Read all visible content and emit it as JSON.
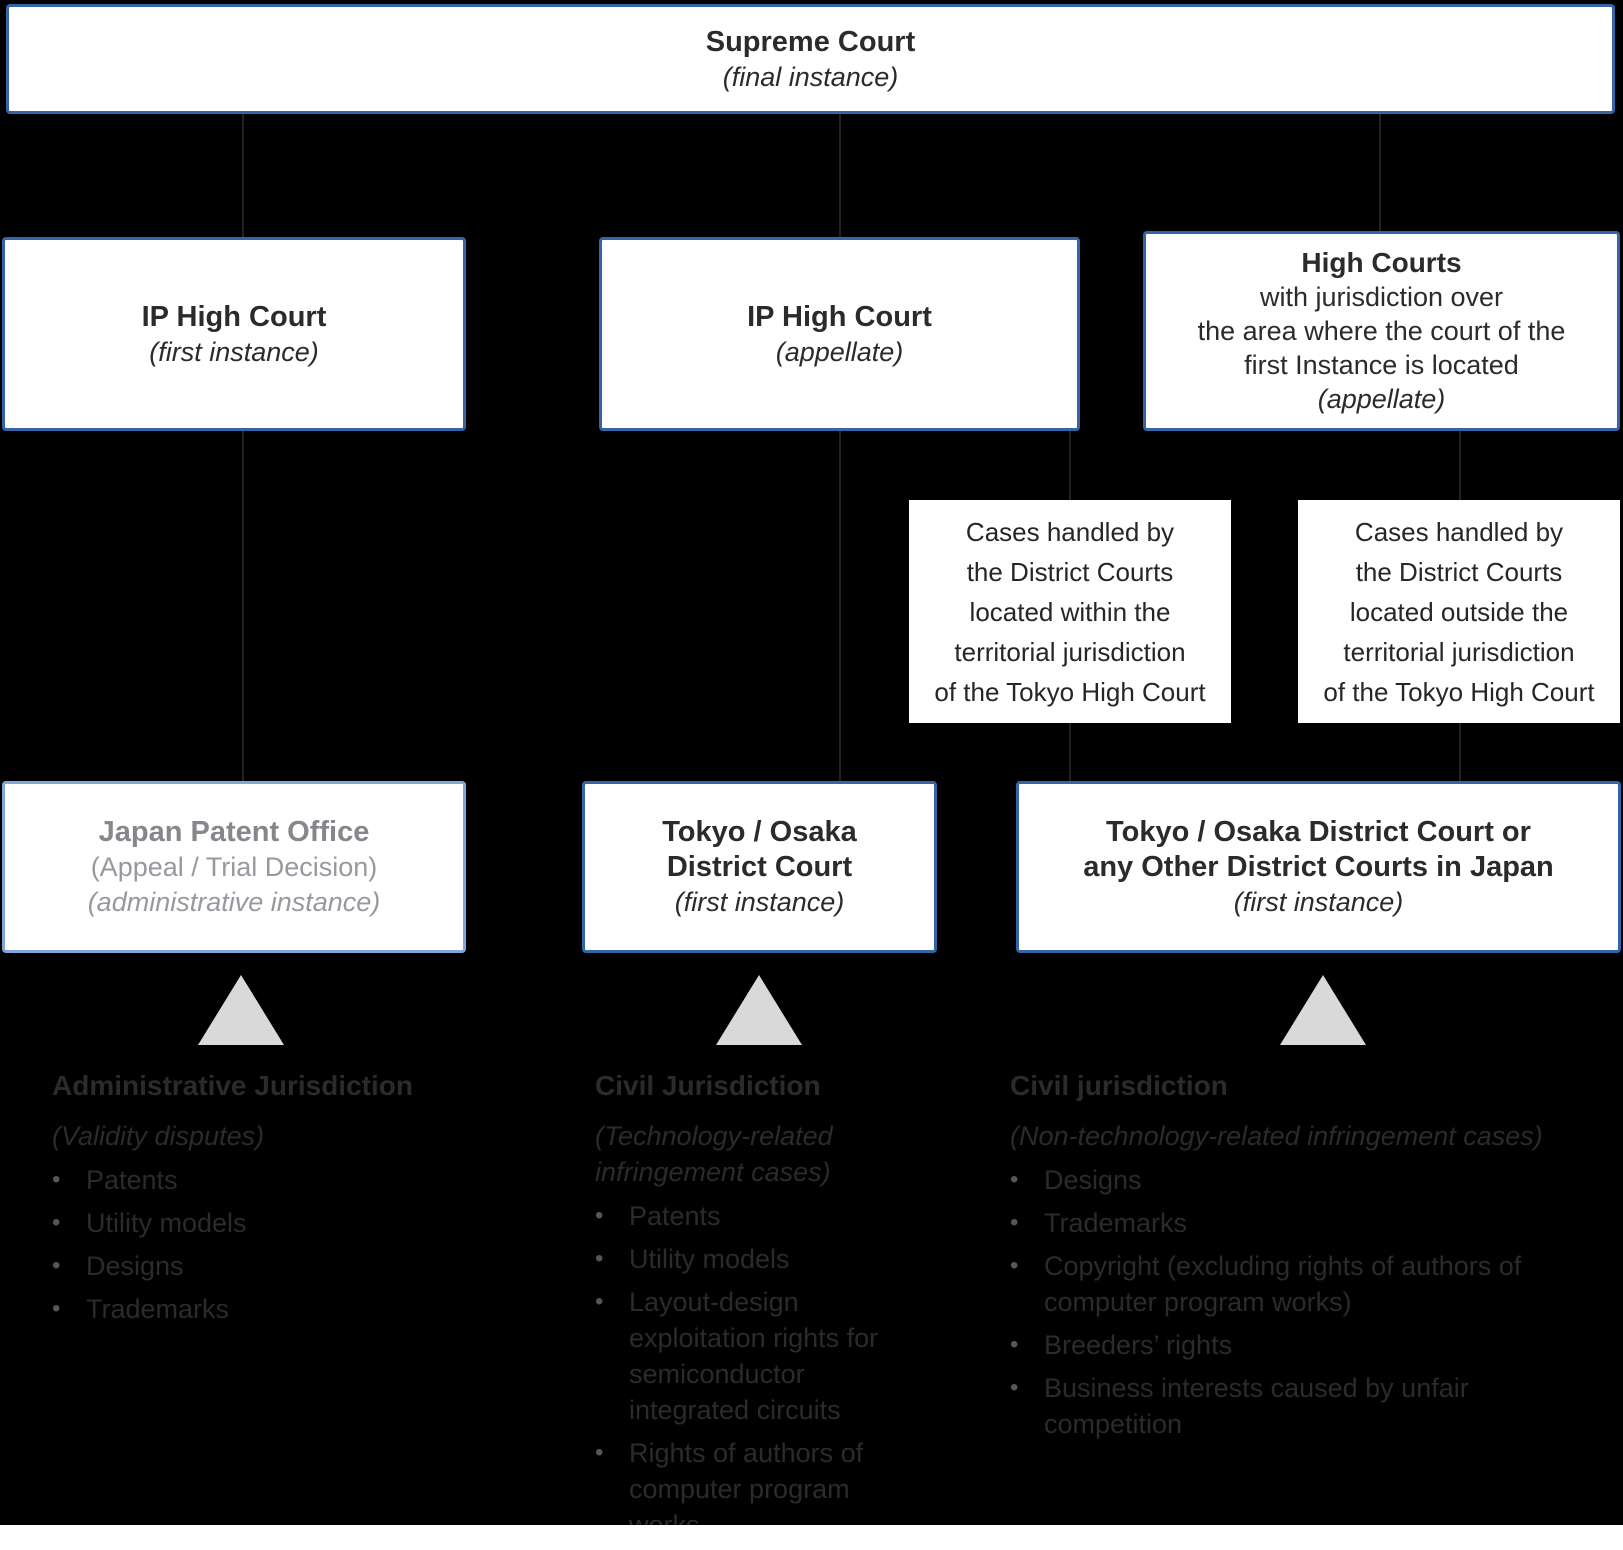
{
  "colors": {
    "background": "#000000",
    "box_fill": "#ffffff",
    "box_border_blue": "#3565a8",
    "box_border_light_blue": "#7fa7dc",
    "text_dark": "#2b2b2e",
    "text_gray_title": "#85878c",
    "text_gray": "#97999e",
    "triangle_gray": "#d9d9d9",
    "connector_line": "#222222"
  },
  "supreme_court": {
    "title": "Supreme Court",
    "subtitle": "(final instance)"
  },
  "ip_high_first": {
    "title": "IP High Court",
    "subtitle": "(first instance)"
  },
  "ip_high_appellate": {
    "title": "IP High Court",
    "subtitle": "(appellate)"
  },
  "high_courts": {
    "title": "High Courts",
    "lines": [
      "with jurisdiction over",
      "the area where the court of the",
      "first Instance is located"
    ],
    "subtitle": "(appellate)"
  },
  "cases_within": {
    "lines": [
      "Cases handled by",
      "the District Courts",
      "located within the",
      "territorial jurisdiction",
      "of the Tokyo High Court"
    ]
  },
  "cases_outside": {
    "lines": [
      "Cases handled by",
      "the District Courts",
      "located outside the",
      "territorial jurisdiction",
      "of the Tokyo High Court"
    ]
  },
  "japan_patent_office": {
    "title": "Japan Patent Office",
    "line2": "(Appeal / Trial Decision)",
    "line3": "(administrative instance)"
  },
  "tokyo_osaka_dc": {
    "title_lines": [
      "Tokyo / Osaka",
      "District Court"
    ],
    "subtitle": "(first instance)"
  },
  "district_courts_japan": {
    "title_lines": [
      "Tokyo / Osaka District Court or",
      "any Other District Courts in Japan"
    ],
    "subtitle": "(first instance)"
  },
  "admin_jurisdiction": {
    "heading": "Administrative Jurisdiction",
    "qualifier_lines": [
      "(Validity disputes)"
    ],
    "items": [
      "Patents",
      "Utility models",
      "Designs",
      "Trademarks"
    ]
  },
  "civil_jurisdiction_tech": {
    "heading": "Civil Jurisdiction",
    "qualifier_lines": [
      "(Technology-related",
      "infringement cases)"
    ],
    "items": [
      "Patents",
      "Utility models",
      "Layout-design exploitation rights for semiconductor integrated circuits",
      "Rights of authors of computer program works"
    ]
  },
  "civil_jurisdiction_nontech": {
    "heading": "Civil jurisdiction",
    "qualifier_lines": [
      "(Non-technology-related infringement cases)"
    ],
    "items": [
      "Designs",
      "Trademarks",
      "Copyright (excluding rights of authors of computer program works)",
      "Breeders’ rights",
      "Business interests caused by unfair competition"
    ]
  }
}
